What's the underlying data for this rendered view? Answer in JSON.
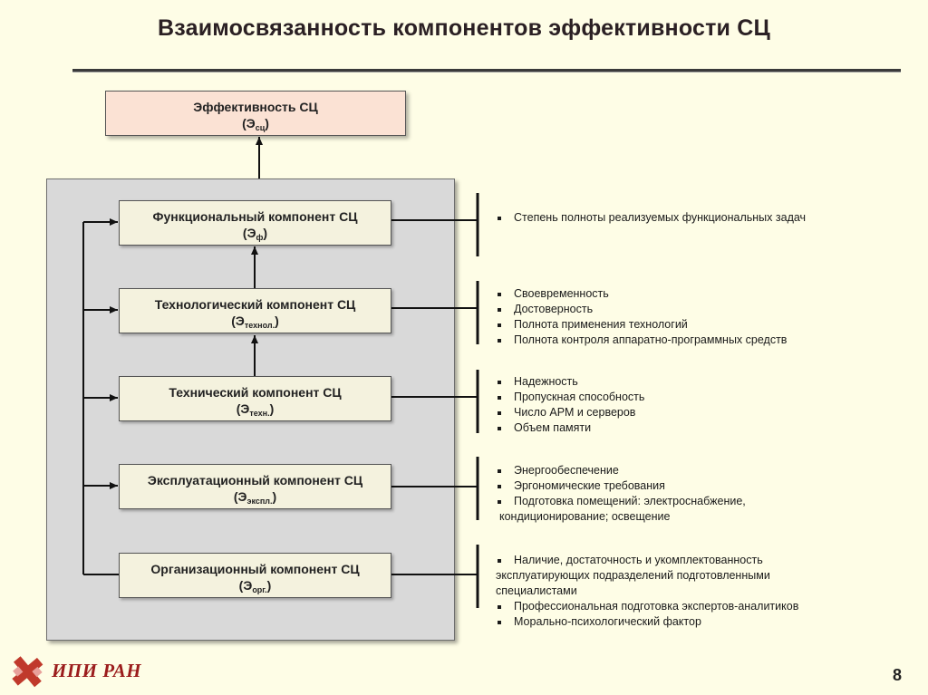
{
  "title": "Взаимосвязанность компонентов эффективности СЦ",
  "top": {
    "name": "Эффективность СЦ",
    "sym": "Э",
    "sub": "сц"
  },
  "components": [
    {
      "name": "Функциональный компонент СЦ",
      "sym": "Э",
      "sub": "ф"
    },
    {
      "name": "Технологический компонент СЦ",
      "sym": "Э",
      "sub": "технол."
    },
    {
      "name": "Технический компонент СЦ",
      "sym": "Э",
      "sub": "техн."
    },
    {
      "name": "Эксплуатационный компонент СЦ",
      "sym": "Э",
      "sub": "экспл."
    },
    {
      "name": "Организационный компонент СЦ",
      "sym": "Э",
      "sub": "орг."
    }
  ],
  "lists": [
    [
      "Степень полноты реализуемых функциональных задач"
    ],
    [
      "Своевременность",
      "Достоверность",
      "Полнота применения  технологий",
      "Полнота контроля аппаратно-программных средств"
    ],
    [
      "Надежность",
      "Пропускная способность",
      "Число АРМ  и серверов",
      "Объем памяти"
    ],
    [
      "Энергообеспечение",
      "Эргономические требования",
      "Подготовка помещений: электроснабжение,",
      "кондиционирование;   освещение"
    ],
    [
      "Наличие, достаточность  и укомплектованность",
      "эксплуатирующих  подразделений подготовленными",
      "специалистами",
      "Профессиональная подготовка экспертов-аналитиков",
      "Морально-психологический фактор"
    ]
  ],
  "logo": {
    "text": "ИПИ РАН",
    "color": "#9b1c1c"
  },
  "page_number": "8"
}
